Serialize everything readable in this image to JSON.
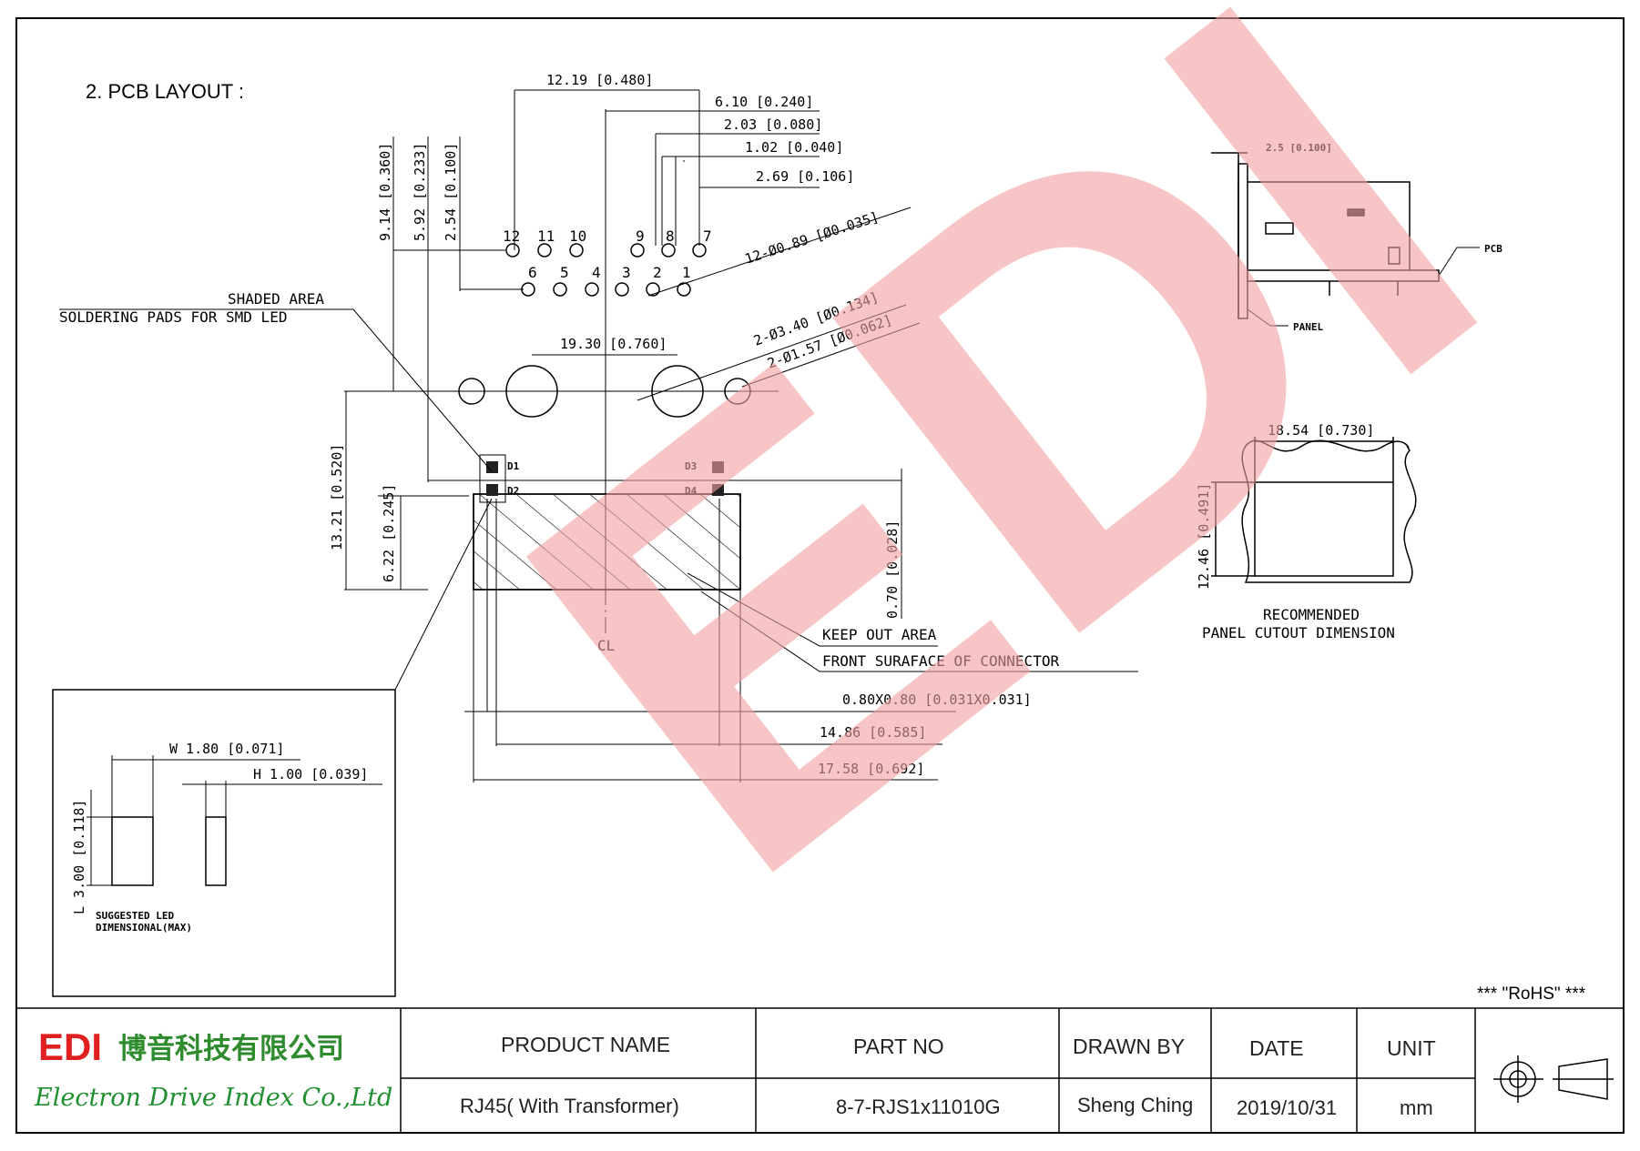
{
  "section_title": "2. PCB LAYOUT :",
  "dimensions": {
    "top_width": "12.19 [0.480]",
    "d_610": "6.10 [0.240]",
    "d_203": "2.03 [0.080]",
    "d_102": "1.02 [0.040]",
    "d_269": "2.69 [0.106]",
    "v_914": "9.14 [0.360]",
    "v_592": "5.92 [0.233]",
    "v_254": "2.54 [0.100]",
    "pin_holes": "12-Ø0.89 [Ø0.035]",
    "boss_holes": "2-Ø3.40 [Ø0.134]",
    "led_holes": "2-Ø1.57 [Ø0.062]",
    "boss_spacing": "19.30 [0.760]",
    "v_1321": "13.21 [0.520]",
    "v_622": "6.22 [0.245]",
    "v_070": "0.70 [0.028]",
    "pad_size": "0.80X0.80 [0.031X0.031]",
    "w_1486": "14.86 [0.585]",
    "w_1758": "17.58 [0.692]",
    "cutout_w": "18.54 [0.730]",
    "cutout_h": "12.46 [0.491]",
    "side_25": "2.5 [0.100]"
  },
  "pin_labels_top": [
    "12",
    "11",
    "10",
    "9",
    "8",
    "7"
  ],
  "pin_labels_bottom": [
    "6",
    "5",
    "4",
    "3",
    "2",
    "1"
  ],
  "led_labels": [
    "D1",
    "D2",
    "D3",
    "D4"
  ],
  "centerline": "CL",
  "annotations": {
    "shaded_area": "SHADED AREA",
    "soldering_pads": "SOLDERING PADS FOR SMD LED",
    "keep_out": "KEEP OUT AREA",
    "front_surface": "FRONT SURAFACE OF CONNECTOR",
    "pcb": "PCB",
    "panel": "PANEL",
    "recommended_1": "RECOMMENDED",
    "recommended_2": "PANEL CUTOUT DIMENSION"
  },
  "led_inset": {
    "width": "W 1.80 [0.071]",
    "height": "H 1.00 [0.039]",
    "length": "L 3.00 [0.118]",
    "note_1": "SUGGESTED LED",
    "note_2": "DIMENSIONAL(MAX)"
  },
  "watermark": "EDI",
  "rohs": "*** \"RoHS\" ***",
  "title_block": {
    "logo": "EDI",
    "company_cn": "博音科技有限公司",
    "company_en": "Electron Drive Index Co.,Ltd",
    "headers": [
      "PRODUCT NAME",
      "PART NO",
      "DRAWN BY",
      "DATE",
      "UNIT"
    ],
    "values": [
      "RJ45( With Transformer)",
      "8-7-RJS1x11010G",
      "Sheng Ching",
      "2019/10/31",
      "mm"
    ]
  },
  "colors": {
    "watermark": "#f2a0a0",
    "logo_red": "#e02020",
    "company_green": "#2e8b2e",
    "ink": "#000000"
  }
}
